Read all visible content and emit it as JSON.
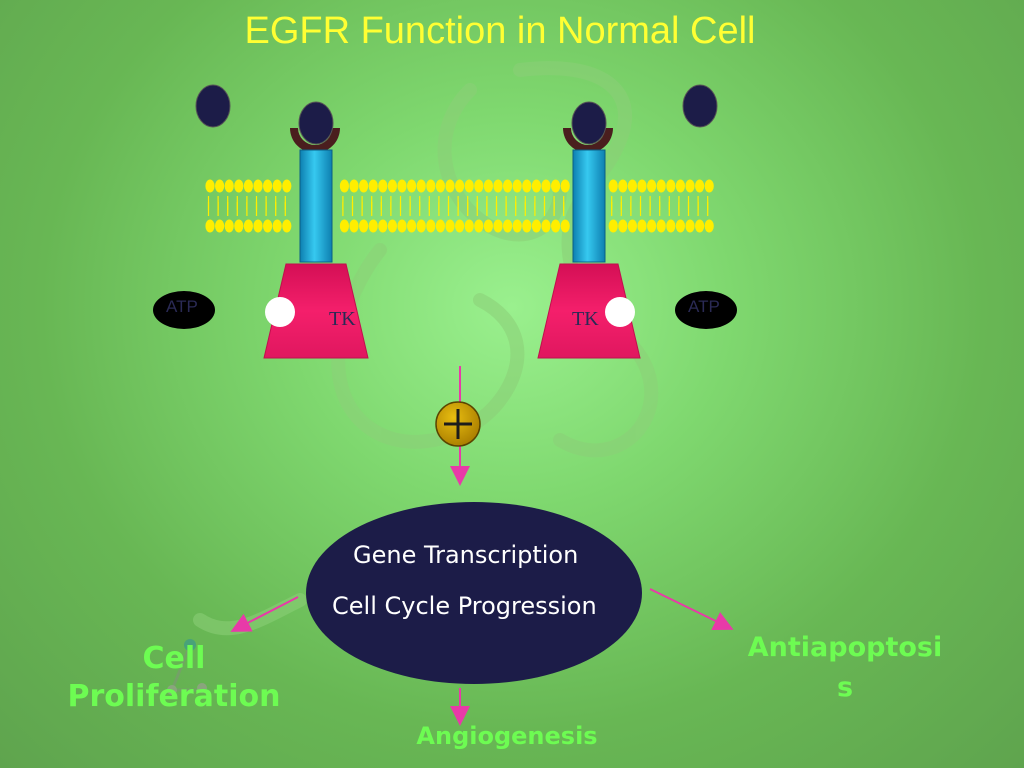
{
  "title": "EGFR Function in Normal Cell",
  "atp_label": "ATP",
  "tk_label": "TK",
  "nucleus": {
    "line1": "Gene Transcription",
    "line2": "Cell Cycle Progression"
  },
  "outcomes": {
    "proliferation_line1": "Cell",
    "proliferation_line2": "Proliferation",
    "antiapoptosis_line1": "Antiapoptosi",
    "antiapoptosis_line2": "s",
    "angiogenesis": "Angiogenesis"
  },
  "colors": {
    "background": "#68b754",
    "title": "#ffff33",
    "ligand": "#1c1c48",
    "receptor_cup": "#4a1e1e",
    "receptor_stalk": "#1aa6d6",
    "kinase": "#ee1a63",
    "lipid": "#ffee00",
    "nucleus": "#1c1c48",
    "arrow": "#e83aa8",
    "plus_circle": "#c8a000",
    "outcome_text": "#6dfc52"
  },
  "icons": [
    "ligand",
    "receptor",
    "atp",
    "tyrosine-kinase",
    "plus-sign",
    "phosphate"
  ]
}
